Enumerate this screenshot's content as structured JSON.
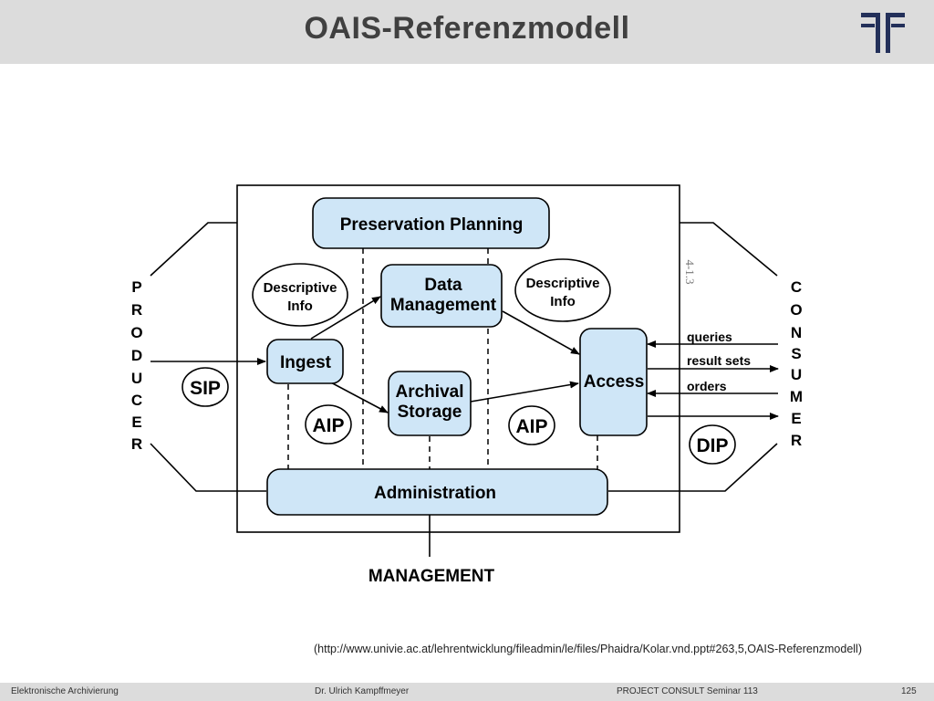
{
  "slide": {
    "title": "OAIS-Referenzmodell"
  },
  "diagram": {
    "nodes": {
      "preservation_planning": "Preservation Planning",
      "data_management": [
        "Data",
        "Management"
      ],
      "ingest": "Ingest",
      "archival_storage": [
        "Archival",
        "Storage"
      ],
      "access": "Access",
      "administration": "Administration"
    },
    "ovals": {
      "descriptive_info_left": [
        "Descriptive",
        "Info"
      ],
      "descriptive_info_right": [
        "Descriptive",
        "Info"
      ],
      "sip": "SIP",
      "aip_left": "AIP",
      "aip_right": "AIP",
      "dip": "DIP"
    },
    "producer_letters": [
      "P",
      "R",
      "O",
      "D",
      "U",
      "C",
      "E",
      "R"
    ],
    "consumer_letters": [
      "C",
      "O",
      "N",
      "S",
      "U",
      "M",
      "E",
      "R"
    ],
    "management_label": "MANAGEMENT",
    "consumer_flows": [
      "queries",
      "result sets",
      "orders"
    ],
    "figure_number": "4-1.3"
  },
  "source_note": "(http://www.univie.ac.at/lehrentwicklung/fileadmin/le/files/Phaidra/Kolar.vnd.ppt#263,5,OAIS-Referenzmodell)",
  "footer": {
    "left": "Elektronische Archivierung",
    "center": "Dr. Ulrich Kampffmeyer",
    "right": "PROJECT CONSULT Seminar 113",
    "page": "125"
  },
  "colors": {
    "node_fill": "#cfe6f7",
    "outline": "#000000",
    "title_bar": "#dcdcdc",
    "title_text": "#404040",
    "logo": "#23305a"
  },
  "icons": {
    "logo": "project-consult-logo-icon"
  }
}
